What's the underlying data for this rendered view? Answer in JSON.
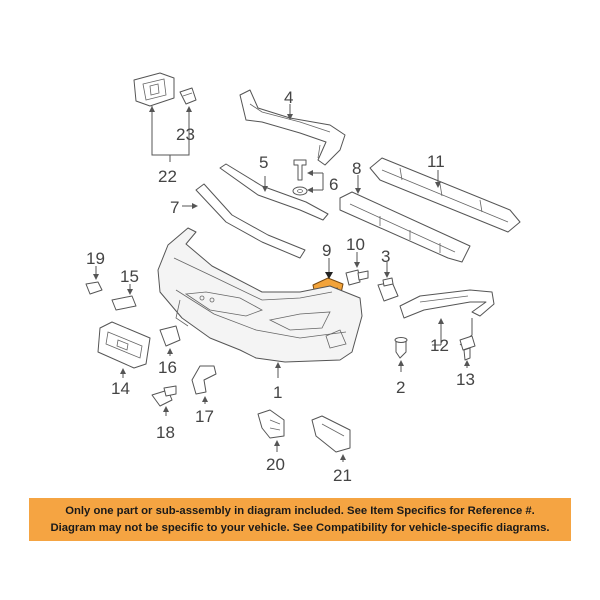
{
  "callouts": {
    "c1": "1",
    "c2": "2",
    "c3": "3",
    "c4": "4",
    "c5": "5",
    "c6": "6",
    "c7": "7",
    "c8": "8",
    "c9": "9",
    "c10": "10",
    "c11": "11",
    "c12": "12",
    "c13": "13",
    "c14": "14",
    "c15": "15",
    "c16": "16",
    "c17": "17",
    "c18": "18",
    "c19": "19",
    "c20": "20",
    "c21": "21",
    "c22": "22",
    "c23": "23"
  },
  "highlight_color": "#f2a33a",
  "notice": {
    "line1": "Only one part or sub-assembly in diagram included. See Item Specifics for Reference #.",
    "line2": "Diagram may not be specific to your vehicle. See Compatibility for vehicle-specific diagrams.",
    "background": "#f5a442"
  }
}
